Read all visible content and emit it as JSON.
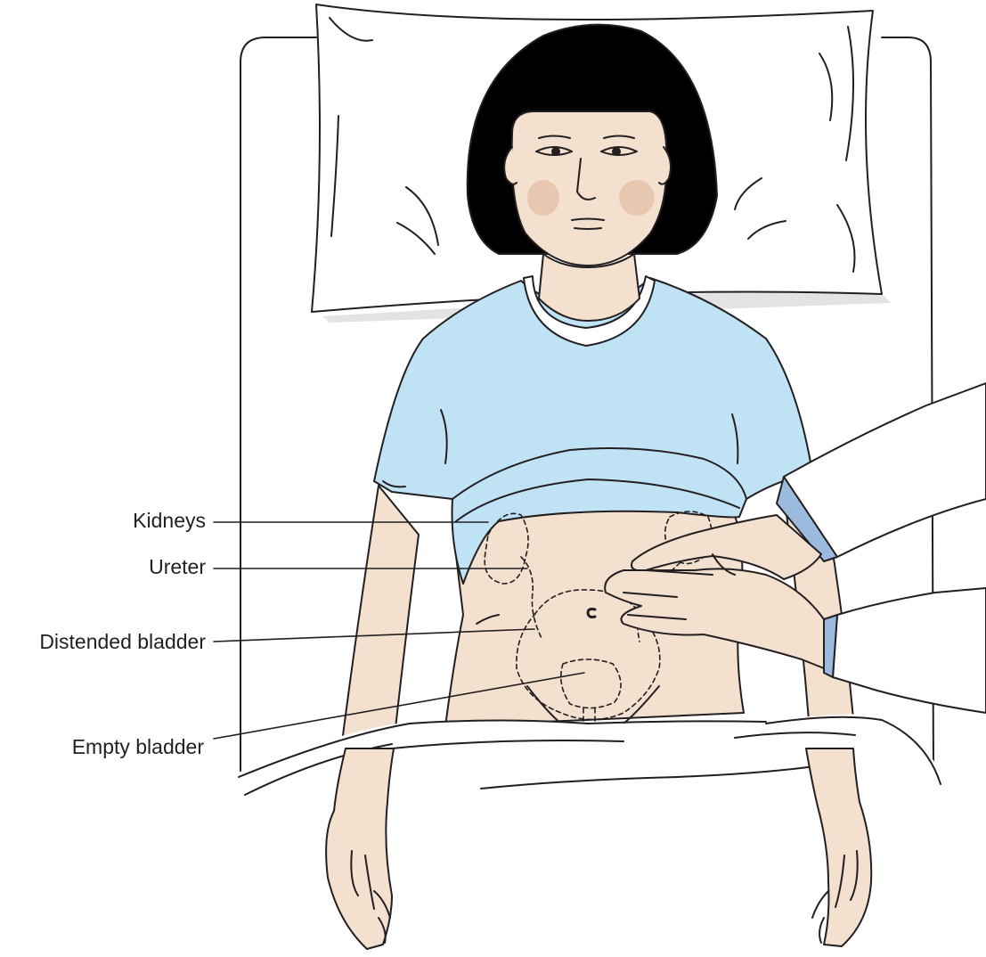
{
  "labels": {
    "kidneys": "Kidneys",
    "ureter": "Ureter",
    "distended_bladder": "Distended bladder",
    "empty_bladder": "Empty bladder"
  },
  "colors": {
    "skin": "#f3e0cf",
    "shirt": "#bfe2f5",
    "hair": "#000000",
    "cheek": "#e8c7b0",
    "sleeve_cuff": "#9cb9de",
    "shadow": "#e3e3e3",
    "outline": "#231f20"
  }
}
